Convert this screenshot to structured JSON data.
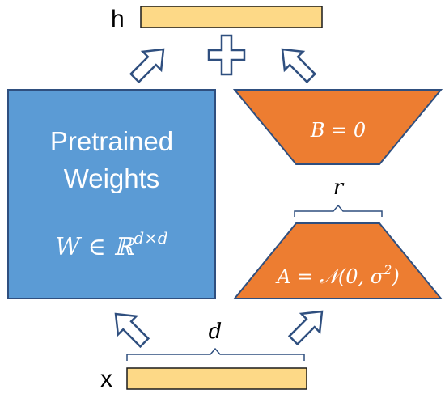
{
  "labels": {
    "output": "h",
    "input": "x",
    "rank": "r",
    "dim": "d"
  },
  "pretrained": {
    "line1": "Pretrained",
    "line2": "Weights",
    "formula": "W ∈ ℝ",
    "formula_sup": "d×d"
  },
  "matrix_b": {
    "formula": "B = 0"
  },
  "matrix_a": {
    "formula": "A = 𝒩(0, σ",
    "formula_sup": "2",
    "formula_end": ")"
  },
  "colors": {
    "vector_fill": "#fdd987",
    "pretrained_fill": "#5b9bd5",
    "lora_fill": "#ed7d31",
    "stroke": "#2f4f7f"
  }
}
